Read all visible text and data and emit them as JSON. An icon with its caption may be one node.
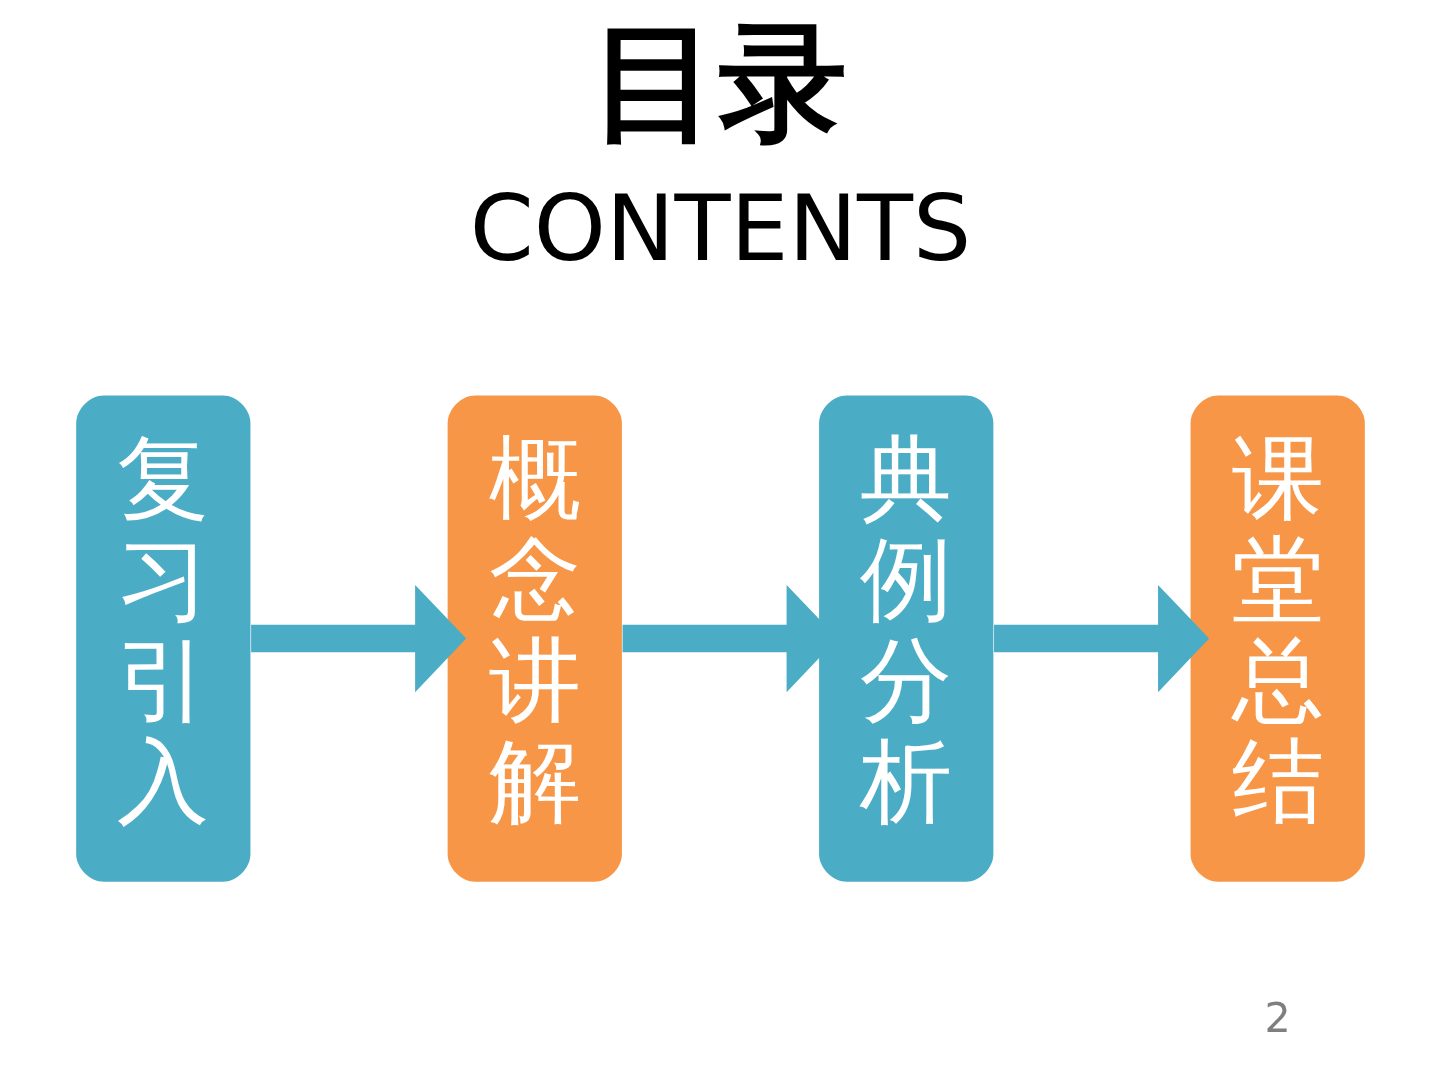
{
  "diagram": {
    "title": "目录",
    "nodes": [
      {
        "text": [
          "复习引入"
        ]
      },
      {
        "text": [
          "概念讲解"
        ]
      },
      {
        "text": [
          "典例分析"
        ]
      },
      {
        "text": [
          "课堂总结"
        ]
      }
    ],
    "edges": [
      {
        "from": 0,
        "to": 1,
        "arrow": "to"
      },
      {
        "from": 1,
        "to": 2,
        "arrow": "to"
      },
      {
        "from": 2,
        "to": 3,
        "arrow": "to"
      }
    ],
    "labels": [
      "CONTENTS",
      "2"
    ]
  }
}
